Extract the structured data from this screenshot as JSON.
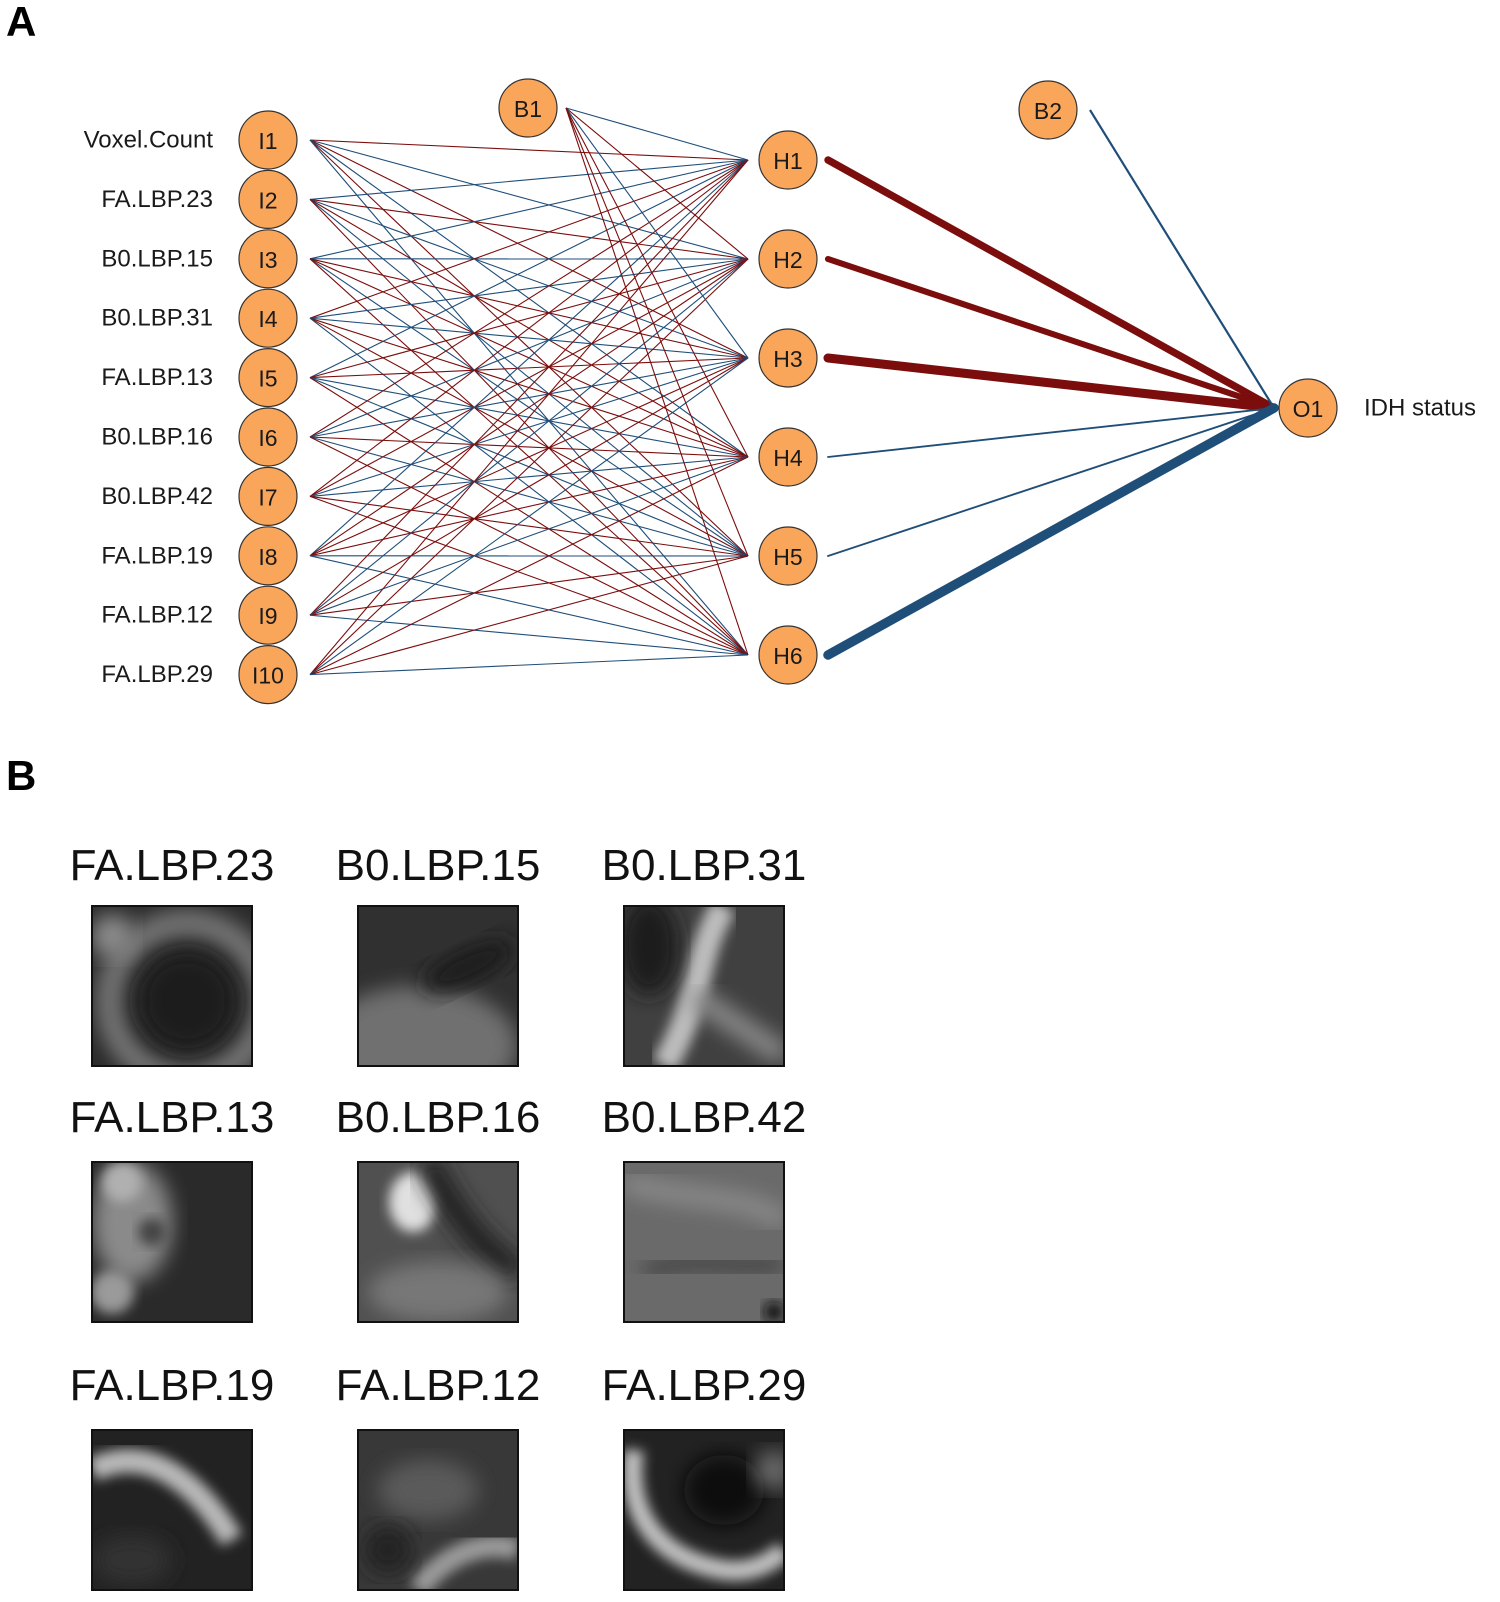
{
  "panel_a": {
    "letter": "A",
    "inputs": [
      {
        "id": "I1",
        "label": "Voxel.Count"
      },
      {
        "id": "I2",
        "label": "FA.LBP.23"
      },
      {
        "id": "I3",
        "label": "B0.LBP.15"
      },
      {
        "id": "I4",
        "label": "B0.LBP.31"
      },
      {
        "id": "I5",
        "label": "FA.LBP.13"
      },
      {
        "id": "I6",
        "label": "B0.LBP.16"
      },
      {
        "id": "I7",
        "label": "B0.LBP.42"
      },
      {
        "id": "I8",
        "label": "FA.LBP.19"
      },
      {
        "id": "I9",
        "label": "FA.LBP.12"
      },
      {
        "id": "I10",
        "label": "FA.LBP.29"
      }
    ],
    "hidden": [
      "H1",
      "H2",
      "H3",
      "H4",
      "H5",
      "H6"
    ],
    "bias_nodes": [
      "B1",
      "B2"
    ],
    "output": {
      "id": "O1",
      "label": "IDH status"
    },
    "colors": {
      "positive": "#1f4e79",
      "negative": "#7b0d0d",
      "node_fill": "#f9a55a"
    },
    "input_hidden_weight_signs": [
      [
        "neg",
        "pos",
        "neg",
        "pos",
        "neg",
        "pos"
      ],
      [
        "pos",
        "neg",
        "pos",
        "neg",
        "pos",
        "neg"
      ],
      [
        "pos",
        "pos",
        "neg",
        "neg",
        "pos",
        "neg"
      ],
      [
        "neg",
        "pos",
        "pos",
        "neg",
        "neg",
        "pos"
      ],
      [
        "pos",
        "neg",
        "neg",
        "pos",
        "pos",
        "neg"
      ],
      [
        "neg",
        "pos",
        "pos",
        "neg",
        "pos",
        "neg"
      ],
      [
        "neg",
        "neg",
        "pos",
        "pos",
        "neg",
        "neg"
      ],
      [
        "pos",
        "neg",
        "neg",
        "neg",
        "pos",
        "pos"
      ],
      [
        "neg",
        "pos",
        "neg",
        "pos",
        "neg",
        "pos"
      ],
      [
        "neg",
        "neg",
        "pos",
        "neg",
        "neg",
        "pos"
      ]
    ],
    "bias1_hidden_signs": [
      "pos",
      "neg",
      "pos",
      "neg",
      "neg",
      "neg"
    ],
    "hidden_output_weights": [
      {
        "from": "H1",
        "sign": "neg",
        "strength": 0.75
      },
      {
        "from": "H2",
        "sign": "neg",
        "strength": 0.6
      },
      {
        "from": "H3",
        "sign": "neg",
        "strength": 0.95
      },
      {
        "from": "H4",
        "sign": "pos",
        "strength": 0.1
      },
      {
        "from": "H5",
        "sign": "pos",
        "strength": 0.1
      },
      {
        "from": "H6",
        "sign": "pos",
        "strength": 1.0
      }
    ],
    "bias2_output": {
      "sign": "pos",
      "strength": 0.15
    }
  },
  "panel_b": {
    "letter": "B",
    "patches": [
      {
        "title": "FA.LBP.23",
        "pattern": "dark-ring"
      },
      {
        "title": "B0.LBP.15",
        "pattern": "lower-bright"
      },
      {
        "title": "B0.LBP.31",
        "pattern": "diagonal-streak"
      },
      {
        "title": "FA.LBP.13",
        "pattern": "left-speckle"
      },
      {
        "title": "B0.LBP.16",
        "pattern": "spot-topleft"
      },
      {
        "title": "B0.LBP.42",
        "pattern": "gray-smooth"
      },
      {
        "title": "FA.LBP.19",
        "pattern": "arc-band"
      },
      {
        "title": "FA.LBP.12",
        "pattern": "dim-texture"
      },
      {
        "title": "FA.LBP.29",
        "pattern": "ring-arc"
      }
    ]
  }
}
